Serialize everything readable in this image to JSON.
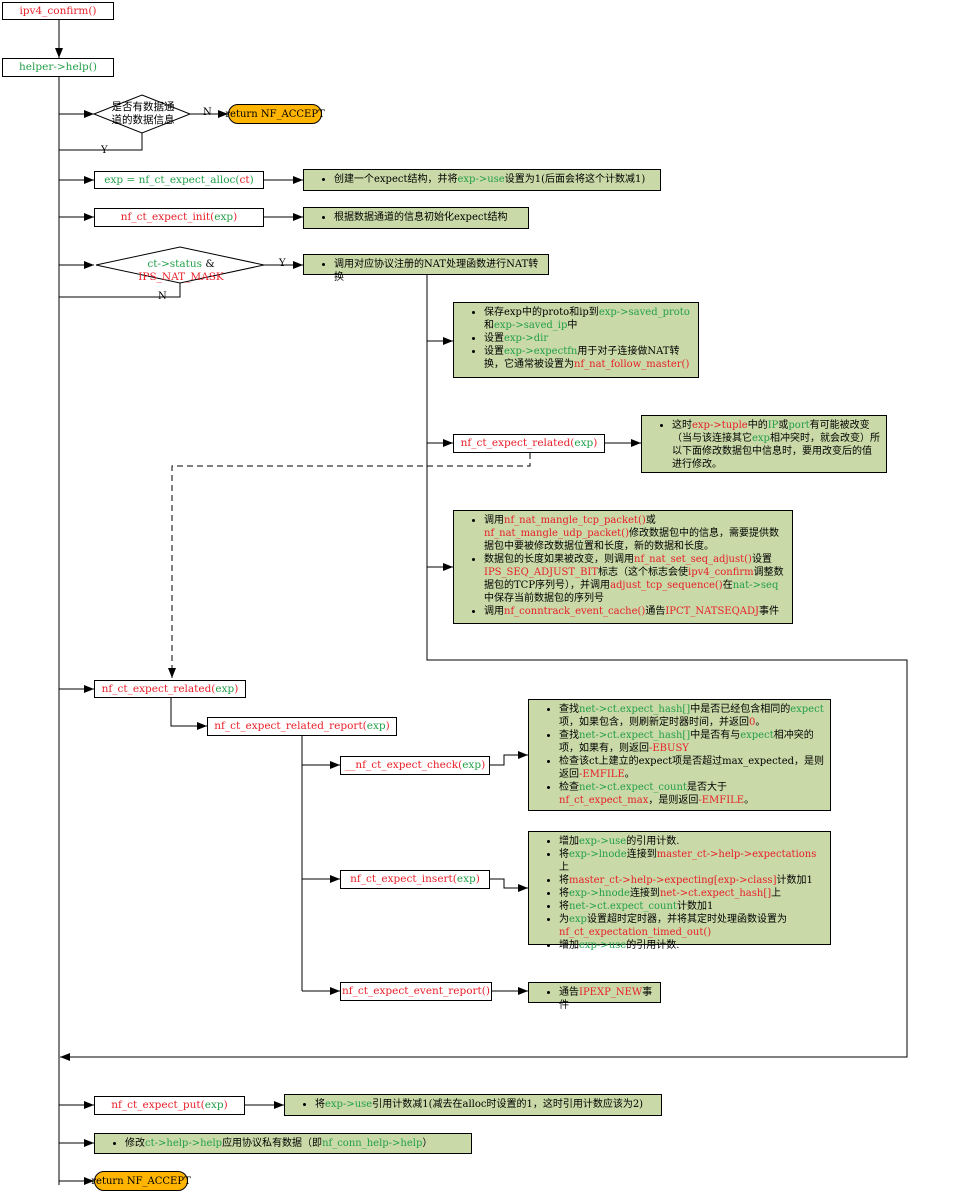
{
  "nodes": {
    "ipv4_confirm": [
      {
        "t": "ipv4_confirm()",
        "c": "r"
      }
    ],
    "helper_help": [
      {
        "t": "helper->help()",
        "c": "g"
      }
    ],
    "exp_alloc": [
      {
        "t": "exp = nf_ct_expect_alloc(",
        "c": "g"
      },
      {
        "t": "ct",
        "c": "r"
      },
      {
        "t": ")",
        "c": "g"
      }
    ],
    "expect_init": [
      {
        "t": "nf_ct_expect_init(",
        "c": "r"
      },
      {
        "t": "exp",
        "c": "g"
      },
      {
        "t": ")",
        "c": "r"
      }
    ],
    "expect_related_inner": [
      {
        "t": "nf_ct_expect_related(",
        "c": "r"
      },
      {
        "t": "exp",
        "c": "g"
      },
      {
        "t": ")",
        "c": "r"
      }
    ],
    "expect_related": [
      {
        "t": "nf_ct_expect_related(",
        "c": "r"
      },
      {
        "t": "exp",
        "c": "g"
      },
      {
        "t": ")",
        "c": "r"
      }
    ],
    "related_report": [
      {
        "t": "nf_ct_expect_related_report(",
        "c": "r"
      },
      {
        "t": "exp",
        "c": "g"
      },
      {
        "t": ")",
        "c": "r"
      }
    ],
    "expect_check": [
      {
        "t": "__nf_ct_expect_check(",
        "c": "r"
      },
      {
        "t": "exp",
        "c": "g"
      },
      {
        "t": ")",
        "c": "r"
      }
    ],
    "expect_insert": [
      {
        "t": "nf_ct_expect_insert(",
        "c": "r"
      },
      {
        "t": "exp",
        "c": "g"
      },
      {
        "t": ")",
        "c": "r"
      }
    ],
    "event_report": [
      {
        "t": "nf_ct_expect_event_report()",
        "c": "r"
      }
    ],
    "expect_put": [
      {
        "t": "nf_ct_expect_put(",
        "c": "r"
      },
      {
        "t": "exp",
        "c": "g"
      },
      {
        "t": ")",
        "c": "r"
      }
    ]
  },
  "decisions": {
    "has_data_channel": "是否有数据通道的数据信息",
    "nat_mask": [
      {
        "t": "ct->status",
        "c": "g"
      },
      {
        "t": " & ",
        "c": "k"
      },
      {
        "t": "IPS_NAT_MASK",
        "c": "r"
      }
    ]
  },
  "labels": {
    "yes": "Y",
    "no": "N"
  },
  "ovals": {
    "return_top": "return NF_ACCEPT",
    "return_bottom": "return NF_ACCEPT"
  },
  "notes": {
    "alloc_note": [
      [
        {
          "t": "创建一个expect结构，并将"
        },
        {
          "t": "exp->use",
          "c": "g"
        },
        {
          "t": "设置为1(后面会将这个计数减1)"
        }
      ]
    ],
    "init_note": [
      [
        {
          "t": "根据数据通道的信息初始化expect结构"
        }
      ]
    ],
    "nat_note": [
      [
        {
          "t": "调用对应协议注册的NAT处理函数进行NAT转换"
        }
      ]
    ],
    "save_note": [
      [
        {
          "t": "保存exp中的proto和ip到"
        },
        {
          "t": "exp->saved_proto",
          "c": "g"
        },
        {
          "t": "和"
        },
        {
          "t": "exp->saved_ip",
          "c": "g"
        },
        {
          "t": "中"
        }
      ],
      [
        {
          "t": "设置"
        },
        {
          "t": "exp->dir",
          "c": "g"
        }
      ],
      [
        {
          "t": "设置"
        },
        {
          "t": "exp->expectfn",
          "c": "g"
        },
        {
          "t": "用于对子连接做NAT转换，它通常被设置为"
        },
        {
          "t": "nf_nat_follow_master()",
          "c": "r"
        }
      ]
    ],
    "tuple_note": [
      [
        {
          "t": "这时"
        },
        {
          "t": "exp->tuple",
          "c": "r"
        },
        {
          "t": "中的"
        },
        {
          "t": "IP",
          "c": "g"
        },
        {
          "t": "或"
        },
        {
          "t": "port",
          "c": "g"
        },
        {
          "t": "有可能被改变（当与该连接其它"
        },
        {
          "t": "exp",
          "c": "g"
        },
        {
          "t": "相冲突时，就会改变）所以下面修改数据包中信息时，要用改变后的值进行修改。"
        }
      ]
    ],
    "mangle_note": [
      [
        {
          "t": "调用"
        },
        {
          "t": "nf_nat_mangle_tcp_packet()",
          "c": "r"
        },
        {
          "t": "或"
        },
        {
          "t": "nf_nat_mangle_udp_packet()",
          "c": "r"
        },
        {
          "t": "修改数据包中的信息，需要提供数据包中要被修改数据位置和长度，新的数据和长度。"
        }
      ],
      [
        {
          "t": "数据包的长度如果被改变，则调用"
        },
        {
          "t": "nf_nat_set_seq_adjust()",
          "c": "r"
        },
        {
          "t": "设置"
        },
        {
          "t": "IPS_SEQ_ADJUST_BIT",
          "c": "r"
        },
        {
          "t": "标志（这个标志会使"
        },
        {
          "t": "ipv4_confirm",
          "c": "r"
        },
        {
          "t": "调整数据包的TCP序列号），并调用"
        },
        {
          "t": "adjust_tcp_sequence()",
          "c": "r"
        },
        {
          "t": "在"
        },
        {
          "t": "nat->seq",
          "c": "g"
        },
        {
          "t": "中保存当前数据包的序列号"
        }
      ],
      [
        {
          "t": "调用"
        },
        {
          "t": "nf_conntrack_event_cache()",
          "c": "r"
        },
        {
          "t": "通告"
        },
        {
          "t": "IPCT_NATSEQADJ",
          "c": "r"
        },
        {
          "t": "事件"
        }
      ]
    ],
    "check_note": [
      [
        {
          "t": "查找"
        },
        {
          "t": "net->ct.expect_hash[]",
          "c": "g"
        },
        {
          "t": "中是否已经包含相同的"
        },
        {
          "t": "expect",
          "c": "g"
        },
        {
          "t": "项，如果包含，则刷新定时器时间，并返回"
        },
        {
          "t": "0",
          "c": "r"
        },
        {
          "t": "。"
        }
      ],
      [
        {
          "t": "查找"
        },
        {
          "t": "net->ct.expect_hash[]",
          "c": "g"
        },
        {
          "t": "中是否有与"
        },
        {
          "t": "expect",
          "c": "g"
        },
        {
          "t": "相冲突的项，如果有，则返回"
        },
        {
          "t": "-EBUSY",
          "c": "r"
        }
      ],
      [
        {
          "t": "检查该ct上建立的expect项是否超过max_expected，是则返回"
        },
        {
          "t": "-EMFILE",
          "c": "r"
        },
        {
          "t": "。"
        }
      ],
      [
        {
          "t": "检查"
        },
        {
          "t": "net->ct.expect_count",
          "c": "g"
        },
        {
          "t": "是否大于"
        },
        {
          "t": "nf_ct_expect_max",
          "c": "r"
        },
        {
          "t": "，是则返回"
        },
        {
          "t": "-EMFILE",
          "c": "r"
        },
        {
          "t": "。"
        }
      ]
    ],
    "insert_note": [
      [
        {
          "t": "增加"
        },
        {
          "t": "exp->use",
          "c": "g"
        },
        {
          "t": "的引用计数."
        }
      ],
      [
        {
          "t": "将"
        },
        {
          "t": "exp->lnode",
          "c": "g"
        },
        {
          "t": "连接到"
        },
        {
          "t": "master_ct->help->expectations",
          "c": "r"
        },
        {
          "t": "上"
        }
      ],
      [
        {
          "t": "将"
        },
        {
          "t": "master_ct->help->expecting[exp->class]",
          "c": "r"
        },
        {
          "t": "计数加1"
        }
      ],
      [
        {
          "t": "将"
        },
        {
          "t": "exp->hnode",
          "c": "g"
        },
        {
          "t": "连接到"
        },
        {
          "t": "net->ct.expect_hash[]",
          "c": "r"
        },
        {
          "t": "上"
        }
      ],
      [
        {
          "t": "将"
        },
        {
          "t": "net->ct.expect_count",
          "c": "g"
        },
        {
          "t": "计数加1"
        }
      ],
      [
        {
          "t": "为"
        },
        {
          "t": "exp",
          "c": "g"
        },
        {
          "t": "设置超时定时器，并将其定时处理函数设置为"
        },
        {
          "t": "nf_ct_expectation_timed_out()",
          "c": "r"
        }
      ],
      [
        {
          "t": "增加"
        },
        {
          "t": "exp->use",
          "c": "g"
        },
        {
          "t": "的引用计数."
        }
      ]
    ],
    "event_note": [
      [
        {
          "t": "通告"
        },
        {
          "t": "IPEXP_NEW",
          "c": "r"
        },
        {
          "t": "事件"
        }
      ]
    ],
    "put_note": [
      [
        {
          "t": "将"
        },
        {
          "t": "exp->use",
          "c": "g"
        },
        {
          "t": "引用计数减1(减去在alloc时设置的1，这时引用计数应该为2)"
        }
      ]
    ],
    "help_note": [
      [
        {
          "t": "修改"
        },
        {
          "t": "ct->help->help",
          "c": "g"
        },
        {
          "t": "应用协议私有数据（即"
        },
        {
          "t": "nf_conn_help->help",
          "c": "g"
        },
        {
          "t": "）"
        }
      ]
    ]
  }
}
